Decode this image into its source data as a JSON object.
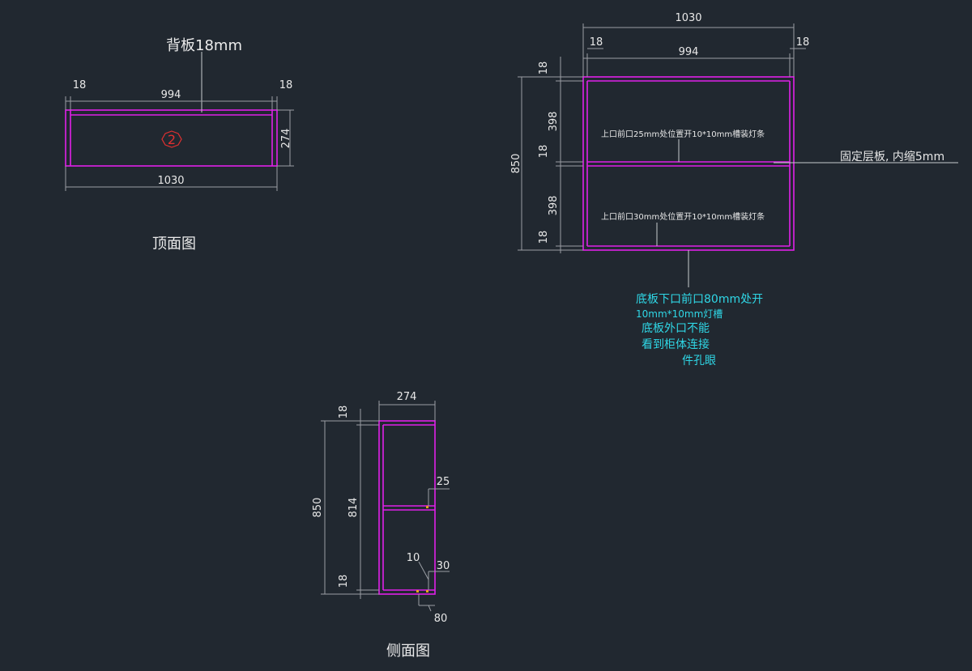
{
  "top_view": {
    "title": "顶面图",
    "back_panel": "背板18mm",
    "dim_left": "18",
    "dim_inner": "994",
    "dim_right": "18",
    "dim_total": "1030",
    "dim_depth": "274",
    "part_marker": "2"
  },
  "front_view": {
    "dim_total": "1030",
    "dim_left": "18",
    "dim_right": "18",
    "dim_inner": "994",
    "dim_height": "850",
    "v_top": "18",
    "v_upper": "398",
    "v_mid": "18",
    "v_lower": "398",
    "v_bottom": "18",
    "upper_note": "上口前口25mm处位置开10*10mm槽装灯条",
    "lower_note": "上口前口30mm处位置开10*10mm槽装灯条",
    "shelf_note": "固定层板, 内缩5mm",
    "bottom_note": [
      "底板下口前口80mm处开",
      "10mm*10mm灯槽",
      "底板外口不能",
      "看到柜体连接",
      "件孔眼"
    ]
  },
  "side_view": {
    "title": "侧面图",
    "dim_depth": "274",
    "dim_height": "850",
    "dim_inner": "814",
    "v_top": "18",
    "v_bottom": "18",
    "dim_25": "25",
    "dim_10": "10",
    "dim_30": "30",
    "dim_80": "80"
  },
  "colors": {
    "background": "#212830",
    "panel_outline": "#e020e8",
    "annotation_text": "#2fd7e6",
    "marker": "#e03030"
  }
}
